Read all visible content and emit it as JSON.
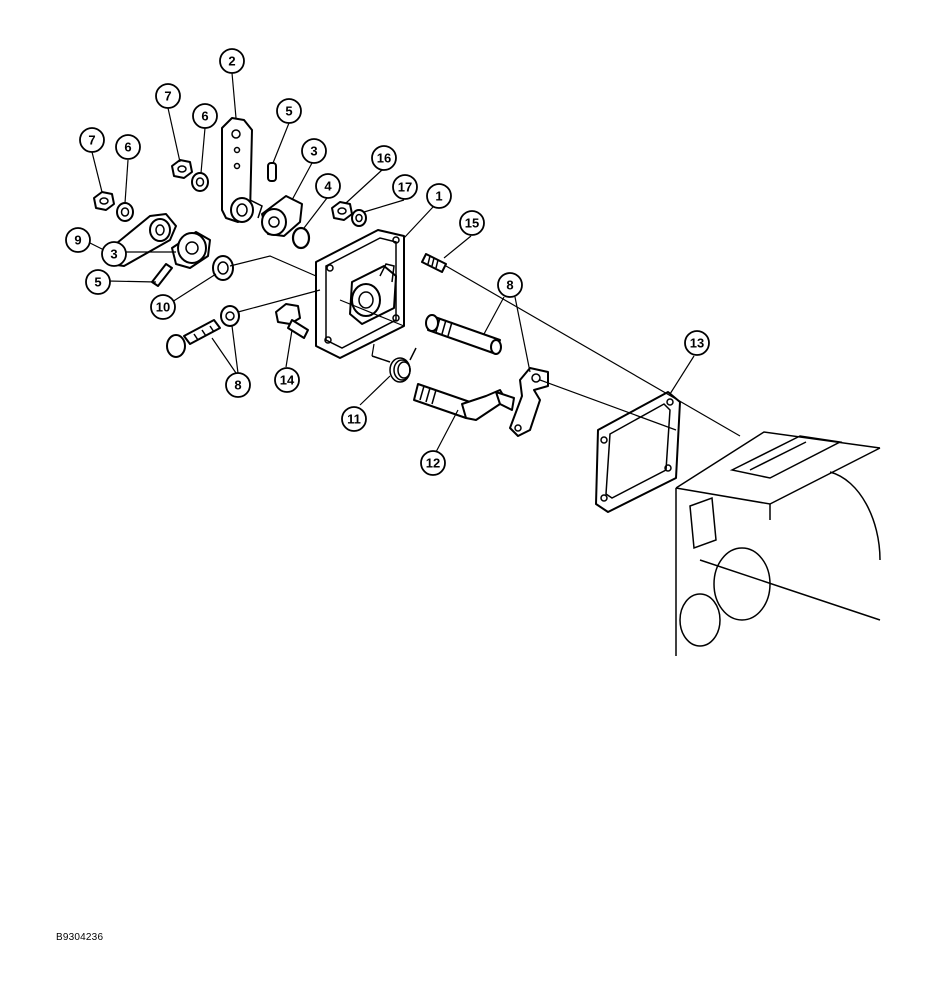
{
  "figure": {
    "reference_code": "B9304236"
  },
  "callouts": [
    {
      "id": "c-2",
      "label": "2"
    },
    {
      "id": "c-7a",
      "label": "7"
    },
    {
      "id": "c-6a",
      "label": "6"
    },
    {
      "id": "c-5a",
      "label": "5"
    },
    {
      "id": "c-7b",
      "label": "7"
    },
    {
      "id": "c-6b",
      "label": "6"
    },
    {
      "id": "c-3a",
      "label": "3"
    },
    {
      "id": "c-16",
      "label": "16"
    },
    {
      "id": "c-4",
      "label": "4"
    },
    {
      "id": "c-17",
      "label": "17"
    },
    {
      "id": "c-1",
      "label": "1"
    },
    {
      "id": "c-9",
      "label": "9"
    },
    {
      "id": "c-15",
      "label": "15"
    },
    {
      "id": "c-3b",
      "label": "3"
    },
    {
      "id": "c-8a",
      "label": "8"
    },
    {
      "id": "c-5b",
      "label": "5"
    },
    {
      "id": "c-10",
      "label": "10"
    },
    {
      "id": "c-13",
      "label": "13"
    },
    {
      "id": "c-8b",
      "label": "8"
    },
    {
      "id": "c-14",
      "label": "14"
    },
    {
      "id": "c-11",
      "label": "11"
    },
    {
      "id": "c-12",
      "label": "12"
    }
  ]
}
